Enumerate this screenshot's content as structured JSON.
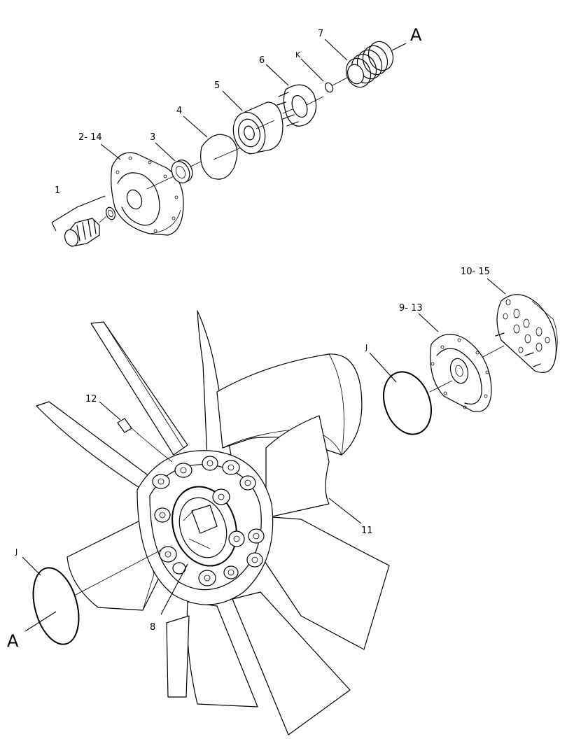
{
  "callouts": {
    "c1": "1",
    "c2_14": "2- 14",
    "c3": "3",
    "c4": "4",
    "c5": "5",
    "c6": "6",
    "cK": "K",
    "c7": "7",
    "cA_top": "A",
    "c10_15": "10- 15",
    "c9_13": "9- 13",
    "cJ_right": "J",
    "c12": "12",
    "c11": "11",
    "cJ_left": "J",
    "cA_bottom": "A",
    "c8": "8"
  }
}
